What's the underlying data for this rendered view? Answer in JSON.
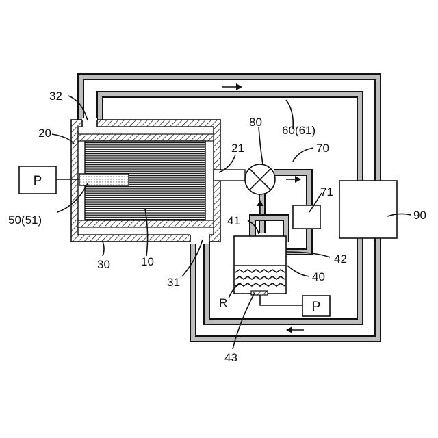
{
  "labels": {
    "l32": "32",
    "l20": "20",
    "l21": "21",
    "l80": "80",
    "l60": "60(61)",
    "l70": "70",
    "l71": "71",
    "l90": "90",
    "l50": "50(51)",
    "l41": "41",
    "l42": "42",
    "l40": "40",
    "l30": "30",
    "l10": "10",
    "l31": "31",
    "lR": "R",
    "l43": "43"
  },
  "boxes": {
    "pump_left": "P",
    "pump_right": "P"
  }
}
